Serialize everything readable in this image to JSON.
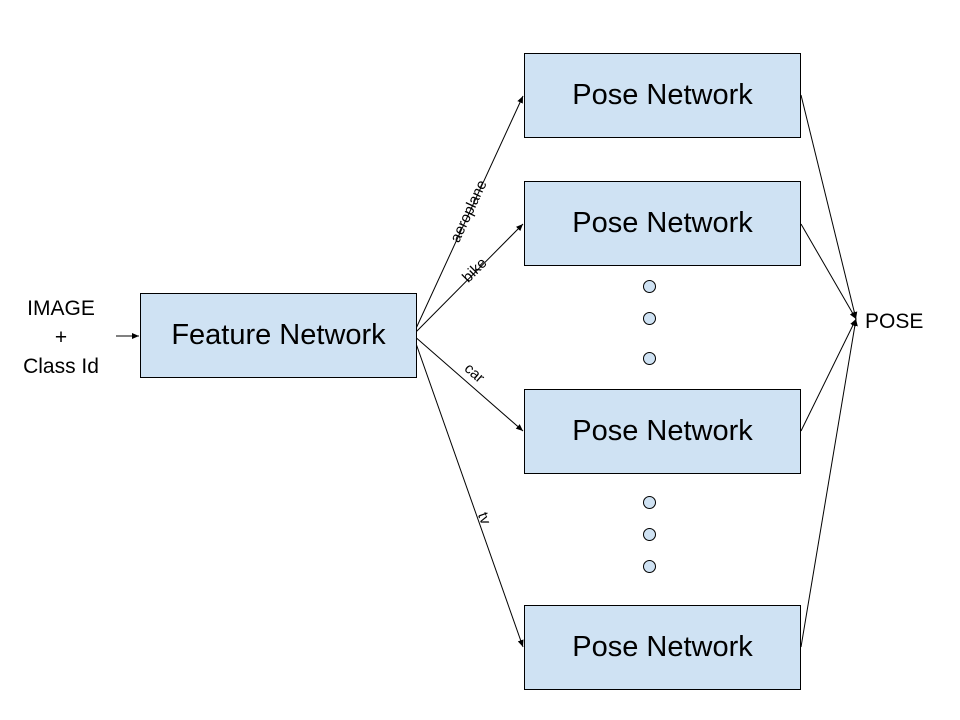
{
  "input": {
    "line1": "IMAGE",
    "line2": "+",
    "line3": "Class Id"
  },
  "feature_network": {
    "label": "Feature Network"
  },
  "pose_networks": [
    {
      "label": "Pose Network"
    },
    {
      "label": "Pose Network"
    },
    {
      "label": "Pose Network"
    },
    {
      "label": "Pose Network"
    }
  ],
  "edge_labels": {
    "aeroplane": "aeroplane",
    "bike": "bike",
    "car": "car",
    "tv": "tv"
  },
  "output": {
    "label": "POSE"
  },
  "colors": {
    "node_fill": "#cfe2f3",
    "stroke": "#000000"
  }
}
